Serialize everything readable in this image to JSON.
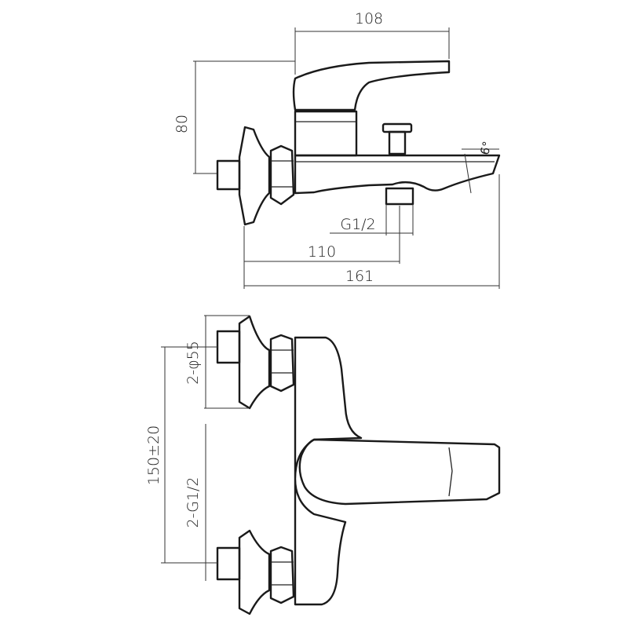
{
  "dimensions": {
    "width_top": "108",
    "height_handle": "80",
    "angle": "6°",
    "thread_outlet": "G1/2",
    "inlet_to_outlet": "110",
    "overall_length": "161",
    "mount_holes": "2-φ55",
    "center_distance": "150±20",
    "inlet_thread": "2-G1/2"
  }
}
